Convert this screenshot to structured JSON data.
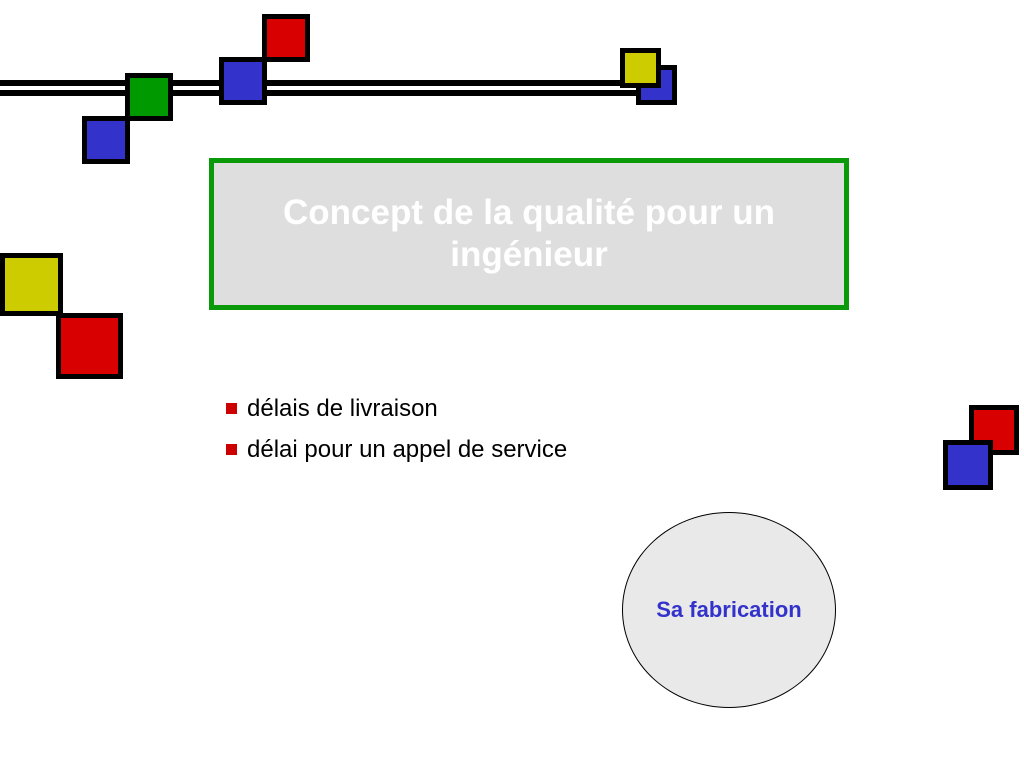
{
  "slide": {
    "title": "Concept de la qualité pour un ingénieur",
    "bullets": [
      "délais de livraison",
      "délai pour un appel de service"
    ],
    "circle_label": "Sa fabrication"
  },
  "colors": {
    "red": "#d80000",
    "green": "#009900",
    "blue": "#3333cc",
    "yellow": "#cccc00",
    "title_border": "#099909",
    "title_fill": "#dedede",
    "bullet": "#cc0000",
    "circle_fill": "#e9e9e9"
  }
}
